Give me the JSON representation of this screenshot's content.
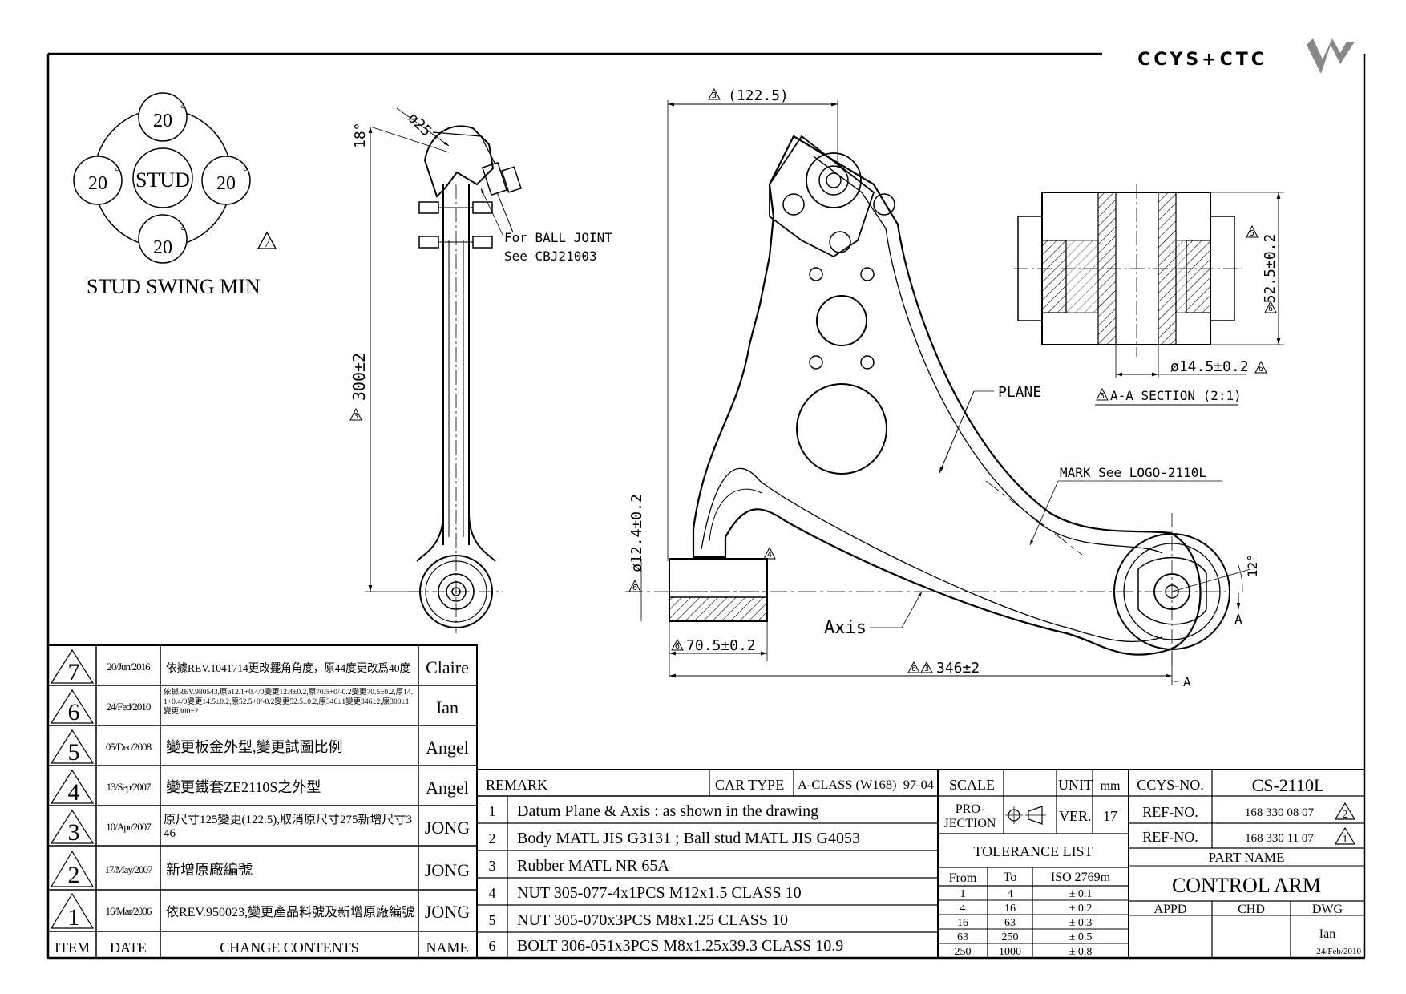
{
  "logo": {
    "text": "CCYS+CTC"
  },
  "stud_swing": {
    "center_label": "STUD",
    "angles": [
      "20",
      "20",
      "20",
      "20"
    ],
    "degree_symbol": "°",
    "caption": "STUD SWING MIN",
    "rev_mark": "7"
  },
  "side_view": {
    "ball_dia": "ø25",
    "angle": "18°",
    "length": "300±2",
    "length_rev": "3",
    "ball_joint_note_1": "For BALL JOINT",
    "ball_joint_note_2": "See CBJ21003"
  },
  "main_view": {
    "top_dim": "(122.5)",
    "top_dim_rev": "3",
    "bush_dia": "ø12.4±0.2",
    "bush_dia_rev": "6",
    "bush_len": "70.5±0.2",
    "bush_len_rev": "6",
    "overall": "346±2",
    "overall_rev": [
      "6",
      "3"
    ],
    "plane_label": "PLANE",
    "mark_note": "MARK See LOGO-2110L",
    "axis_label": "Axis",
    "angle_12": "12°",
    "section_mark": "A",
    "center_rev": "4"
  },
  "section_view": {
    "height": "52.5±0.2",
    "height_rev": "6",
    "dia": "ø14.5±0.2",
    "dia_rev": "6",
    "title": "A-A SECTION (2:1)",
    "title_rev": "5",
    "top_rev": "5"
  },
  "revisions": {
    "headers": {
      "item": "ITEM",
      "date": "DATE",
      "contents": "CHANGE CONTENTS",
      "name": "NAME"
    },
    "rows": [
      {
        "item": "7",
        "date": "20/Jun/2016",
        "contents": "依據REV.1041714更改擺角角度，原44度更改爲40度",
        "name": "Claire"
      },
      {
        "item": "6",
        "date": "24/Fed/2010",
        "contents": "依據REV.980543,原ø12.1+0.4/0變更12.4±0.2,原70.5+0/-0.2變更70.5±0.2,原14.1+0.4/0變更14.5±0.2,原52.5+0/-0.2變更52.5±0.2,原346±1變更346±2,原300±1變更300±2",
        "name": "Ian"
      },
      {
        "item": "5",
        "date": "05/Dec/2008",
        "contents": "變更板金外型,變更試圖比例",
        "name": "Angel"
      },
      {
        "item": "4",
        "date": "13/Sep/2007",
        "contents": "變更鐵套ZE2110S之外型",
        "name": "Angel"
      },
      {
        "item": "3",
        "date": "10/Apr/2007",
        "contents": "原尺寸125變更(122.5),取消原尺寸275新增尺寸346",
        "name": "JONG"
      },
      {
        "item": "2",
        "date": "17/May/2007",
        "contents": "新增原廠編號",
        "name": "JONG"
      },
      {
        "item": "1",
        "date": "16/Mar/2006",
        "contents": "依REV.950023,變更產品料號及新增原廠編號",
        "name": "JONG"
      }
    ]
  },
  "remarks": {
    "header": "REMARK",
    "car_type_label": "CAR TYPE",
    "car_type_value": "A-CLASS (W168)_97-04",
    "items": [
      {
        "no": "1",
        "text": "Datum Plane & Axis : as shown in the drawing"
      },
      {
        "no": "2",
        "text": "Body MATL JIS G3131 ; Ball stud MATL JIS G4053"
      },
      {
        "no": "3",
        "text": "Rubber MATL NR 65A"
      },
      {
        "no": "4",
        "text": "NUT 305-077-4x1PCS M12x1.5 CLASS 10"
      },
      {
        "no": "5",
        "text": "NUT 305-070x3PCS M8x1.25 CLASS 10"
      },
      {
        "no": "6",
        "text": "BOLT 306-051x3PCS M8x1.25x39.3 CLASS 10.9"
      }
    ]
  },
  "title_block": {
    "scale_label": "SCALE",
    "scale_value": "",
    "unit_label": "UNIT",
    "unit_value": "mm",
    "projection_label_1": "PRO-",
    "projection_label_2": "JECTION",
    "ver_label": "VER.",
    "ver_value": "17",
    "tolerance_title": "TOLERANCE LIST",
    "tol_headers": [
      "From",
      "To",
      "ISO 2769m"
    ],
    "tolerances": [
      {
        "from": "1",
        "to": "4",
        "tol": "± 0.1"
      },
      {
        "from": "4",
        "to": "16",
        "tol": "± 0.2"
      },
      {
        "from": "16",
        "to": "63",
        "tol": "± 0.3"
      },
      {
        "from": "63",
        "to": "250",
        "tol": "± 0.5"
      },
      {
        "from": "250",
        "to": "1000",
        "tol": "± 0.8"
      }
    ],
    "ccys_label": "CCYS-NO.",
    "ccys_value": "CS-2110L",
    "ref_label": "REF-NO.",
    "refs": [
      {
        "value": "168 330 08 07",
        "rev": "2"
      },
      {
        "value": "168 330 11 07",
        "rev": "1"
      }
    ],
    "part_name_label": "PART NAME",
    "part_name": "CONTROL ARM",
    "appd_label": "APPD",
    "chd_label": "CHD",
    "dwg_label": "DWG",
    "appd_value": "",
    "chd_value": "",
    "dwg_name": "Ian",
    "dwg_date": "24/Feb/2010"
  }
}
